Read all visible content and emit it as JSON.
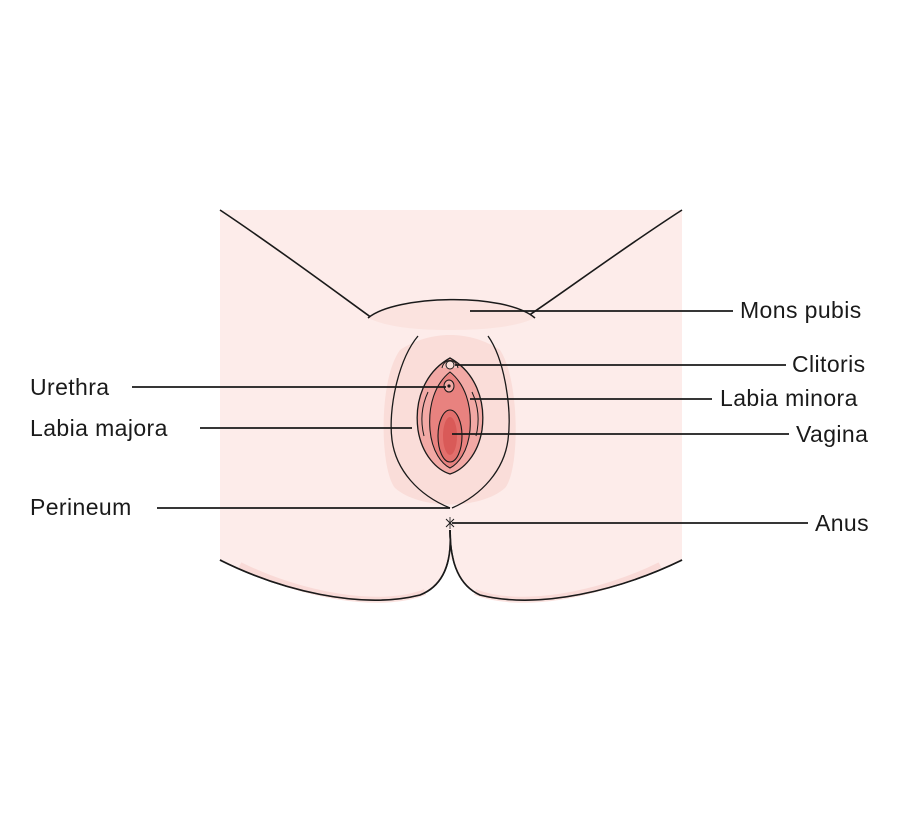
{
  "labels_left": [
    {
      "id": "urethra",
      "text": "Urethra"
    },
    {
      "id": "labia-majora",
      "text": "Labia majora"
    },
    {
      "id": "perineum",
      "text": "Perineum"
    }
  ],
  "labels_right": [
    {
      "id": "mons-pubis",
      "text": "Mons pubis"
    },
    {
      "id": "clitoris",
      "text": "Clitoris"
    },
    {
      "id": "labia-minora",
      "text": "Labia minora"
    },
    {
      "id": "vagina",
      "text": "Vagina"
    },
    {
      "id": "anus",
      "text": "Anus"
    }
  ],
  "colors": {
    "skin_light": "#fdecea",
    "skin_mid": "#fbe0dc",
    "skin_shade": "#f6cfca",
    "labia_outer": "#f2a9a5",
    "labia_inner": "#e8827f",
    "vagina_fill": "#e36f6c",
    "outline": "#1a1a1a"
  }
}
